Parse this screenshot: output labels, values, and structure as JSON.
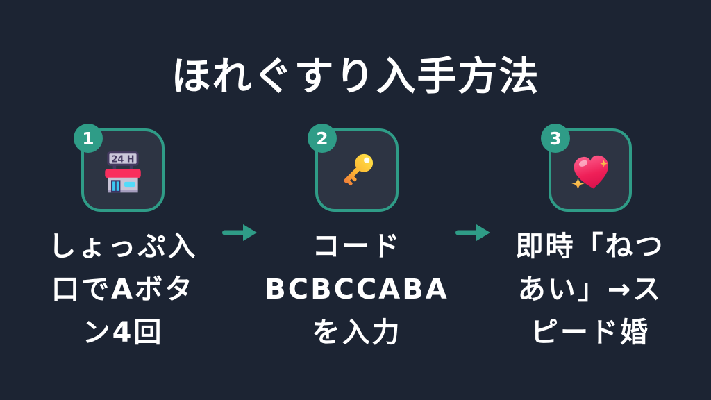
{
  "colors": {
    "background": "#1c2433",
    "accent_teal": "#2f9c87",
    "card_background": "#2d3443",
    "text": "#ffffff",
    "store_sign_purple": "#453a61",
    "store_awning_red": "#f92e5d",
    "key_gold": "#fcb633",
    "heart_pink": "#ef2058",
    "sparkle_gold": "#fcc144"
  },
  "title": "ほれぐすり入手方法",
  "steps": [
    {
      "number": "1",
      "icon": "convenience-store-icon",
      "icon_label": "24 H",
      "caption": "しょっぷ入口でAボタン4回",
      "caption_lines": [
        "しょっぷ入",
        "口でAボタ",
        "ン4回"
      ]
    },
    {
      "number": "2",
      "icon": "key-icon",
      "caption": "コードBCBCCABAを入力",
      "caption_lines": [
        "コード",
        "BCBCCABA",
        "を入力"
      ]
    },
    {
      "number": "3",
      "icon": "sparkling-heart-icon",
      "caption": "即時「ねつあい」→スピード婚",
      "caption_lines": [
        "即時「ねつ",
        "あい」→ス",
        "ピード婚"
      ]
    }
  ],
  "separator_icon": "arrow-right-icon"
}
